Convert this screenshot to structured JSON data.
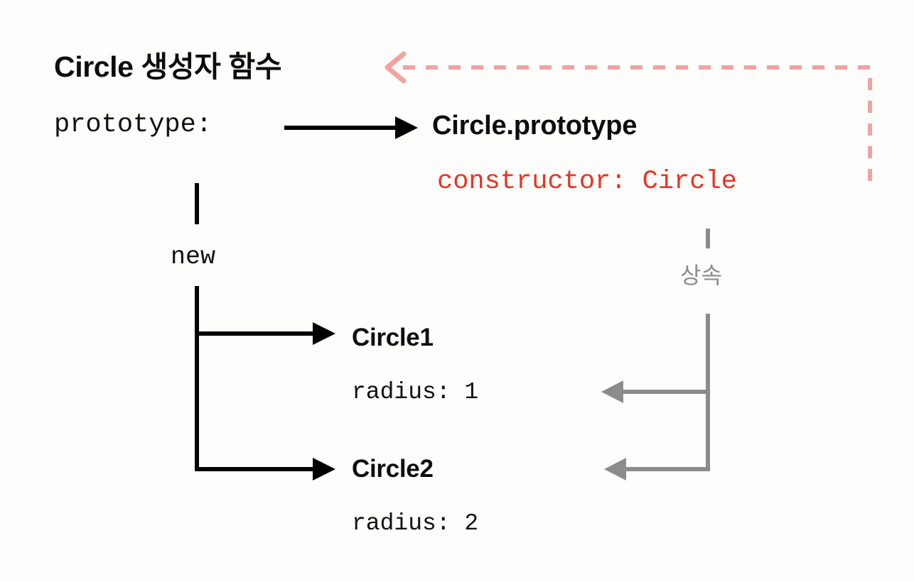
{
  "diagram": {
    "type": "prototype-chain-diagram",
    "background_color": "#fdfdfc",
    "colors": {
      "text": "#0d0d0d",
      "constructor_red": "#ea3323",
      "dashed_pink": "#f0a3a0",
      "inherit_gray": "#8c8c8c",
      "arrow_black": "#000000"
    },
    "constructor_block": {
      "title": "Circle 생성자 함수",
      "property_label": "prototype:"
    },
    "prototype_block": {
      "title": "Circle.prototype",
      "property": "constructor: Circle"
    },
    "new_branch": {
      "label": "new"
    },
    "inherit_branch": {
      "label": "상속"
    },
    "instances": [
      {
        "name": "Circle1",
        "property": "radius: 1"
      },
      {
        "name": "Circle2",
        "property": "radius: 2"
      }
    ],
    "edges": [
      {
        "id": "prototype-edge",
        "from": "prototype:",
        "to": "Circle.prototype",
        "style": "solid",
        "color": "#000000",
        "direction": "right"
      },
      {
        "id": "constructor-backref-edge",
        "from": "constructor: Circle",
        "to": "Circle 생성자 함수",
        "style": "dashed",
        "color": "#f0a3a0",
        "direction": "left"
      },
      {
        "id": "new-edge-1",
        "from": "new",
        "to": "Circle1",
        "style": "solid",
        "color": "#000000",
        "direction": "right"
      },
      {
        "id": "new-edge-2",
        "from": "new",
        "to": "Circle2",
        "style": "solid",
        "color": "#000000",
        "direction": "right"
      },
      {
        "id": "inherit-edge-1",
        "from": "상속",
        "to": "Circle1",
        "style": "solid",
        "color": "#8c8c8c",
        "direction": "left"
      },
      {
        "id": "inherit-edge-2",
        "from": "상속",
        "to": "Circle2",
        "style": "solid",
        "color": "#8c8c8c",
        "direction": "left"
      }
    ]
  }
}
